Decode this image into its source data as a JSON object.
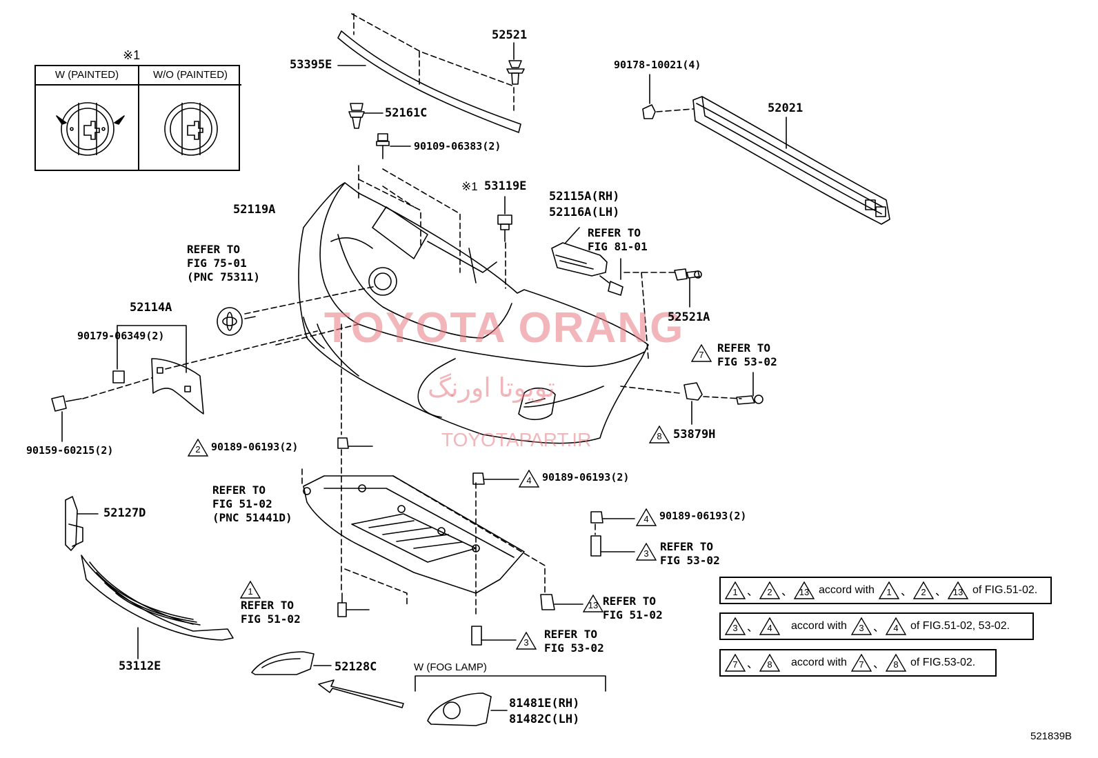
{
  "inset": {
    "note_mark": "※1",
    "col_left": "W (PAINTED)",
    "col_right": "W/O (PAINTED)"
  },
  "parts": {
    "p53395E": "53395E",
    "p52521": "52521",
    "p52161C": "52161C",
    "p90109": "90109-06383(2)",
    "p90178": "90178-10021(4)",
    "p52021": "52021",
    "p53119E": "53119E",
    "p53119E_mark": "※1",
    "p52119A": "52119A",
    "p52115A": "52115A(RH)",
    "p52116A": "52116A(LH)",
    "p52114A": "52114A",
    "p90179": "90179-06349(2)",
    "p52521A": "52521A",
    "p90159": "90159-60215(2)",
    "p90189_a": "90189-06193(2)",
    "p90189_b": "90189-06193(2)",
    "p90189_c": "90189-06193(2)",
    "p53879H": "53879H",
    "p52127D": "52127D",
    "p53112E": "53112E",
    "p52128C": "52128C",
    "p81481E": "81481E(RH)",
    "p81482C": "81482C(LH)",
    "fog_lamp": "W (FOG LAMP)"
  },
  "refs": {
    "r75": "REFER TO\nFIG 75-01\n(PNC 75311)",
    "r81": "REFER TO\nFIG 81-01",
    "r53_7": "REFER TO\nFIG 53-02",
    "r51_pnc": "REFER TO\nFIG 51-02\n(PNC 51441D)",
    "r53_3a": "REFER TO\nFIG 53-02",
    "r51_1": "REFER TO\nFIG 51-02",
    "r51_13": "REFER TO\nFIG 51-02",
    "r53_3b": "REFER TO\nFIG 53-02"
  },
  "triangles": {
    "t1": "1",
    "t2": "2",
    "t3": "3",
    "t4": "4",
    "t7": "7",
    "t8": "8",
    "t13": "13"
  },
  "legend": [
    {
      "marks_a": [
        "1",
        "2",
        "13"
      ],
      "text": "accord with",
      "marks_b": [
        "1",
        "2",
        "13"
      ],
      "suffix": "of FIG.51-02."
    },
    {
      "marks_a": [
        "3",
        "4"
      ],
      "text": "accord with",
      "marks_b": [
        "3",
        "4"
      ],
      "suffix": "of FIG.51-02, 53-02."
    },
    {
      "marks_a": [
        "7",
        "8"
      ],
      "text": "accord with",
      "marks_b": [
        "7",
        "8"
      ],
      "suffix": "of FIG.53-02."
    }
  ],
  "sep": "、",
  "watermark": {
    "main": "TOYOTA ORANG",
    "farsi": "تویوتا اورنگ",
    "site": "TOYOTAPART.IR"
  },
  "figure_id": "521839B"
}
